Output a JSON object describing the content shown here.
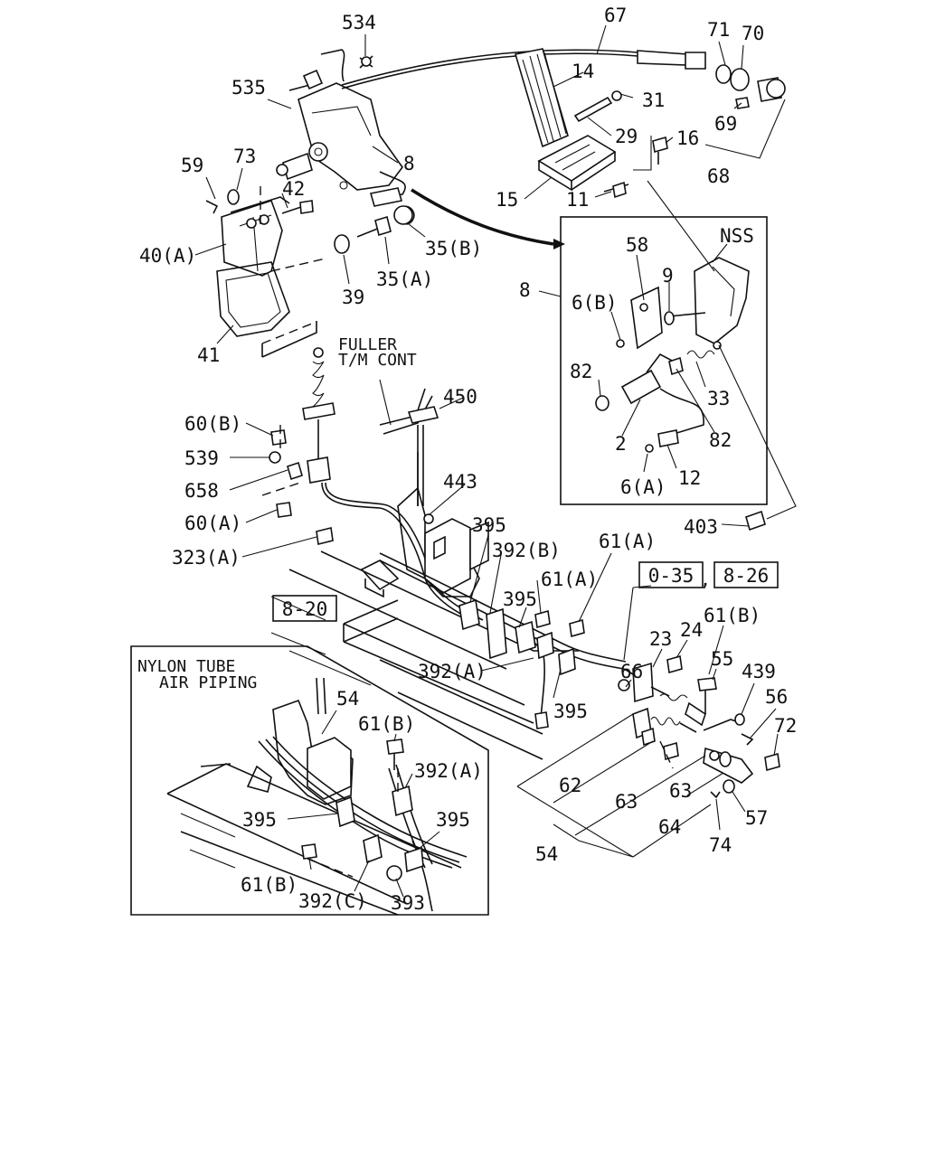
{
  "labels": {
    "l534": "534",
    "l67": "67",
    "l71": "71",
    "l70": "70",
    "l535": "535",
    "l14": "14",
    "l31": "31",
    "l29": "29",
    "l69": "69",
    "l16": "16",
    "l68": "68",
    "l73": "73",
    "l59": "59",
    "l8a": "8",
    "l42": "42",
    "l15": "15",
    "l11": "11",
    "l35b": "35(B)",
    "l40a": "40(A)",
    "l39": "39",
    "l35a": "35(A)",
    "l8b": "8",
    "l41": "41",
    "lnss": "NSS",
    "l58": "58",
    "l9": "9",
    "l6b": "6(B)",
    "l82a": "82",
    "l33": "33",
    "l82b": "82",
    "l2": "2",
    "l6a": "6(A)",
    "l12": "12",
    "l450": "450",
    "l60b": "60(B)",
    "l539": "539",
    "l658": "658",
    "l443": "443",
    "l60a": "60(A)",
    "l403": "403",
    "l395a": "395",
    "l323a": "323(A)",
    "l392b": "392(B)",
    "l61a1": "61(A)",
    "l61a2": "61(A)",
    "l395b": "395",
    "l392a": "392(A)",
    "l395c": "395",
    "l66": "66",
    "l23": "23",
    "l24": "24",
    "l61b1": "61(B)",
    "l55": "55",
    "l439": "439",
    "l56": "56",
    "l72": "72",
    "l62": "62",
    "l63a": "63",
    "l63b": "63",
    "l57": "57",
    "l64": "64",
    "l54a": "54",
    "l74": "74",
    "i54": "54",
    "i61b": "61(B)",
    "i392a": "392(A)",
    "i395a": "395",
    "i395b": "395",
    "i61b2": "61(B)",
    "i392c": "392(C)",
    "i393": "393"
  },
  "notes": {
    "fuller1": "FULLER",
    "fuller2": "T/M CONT",
    "inset1": "NYLON TUBE",
    "inset2": "AIR PIPING"
  },
  "refs": {
    "r820": "8-20",
    "r035": "0-35",
    "sep": ",",
    "r826": "8-26"
  }
}
